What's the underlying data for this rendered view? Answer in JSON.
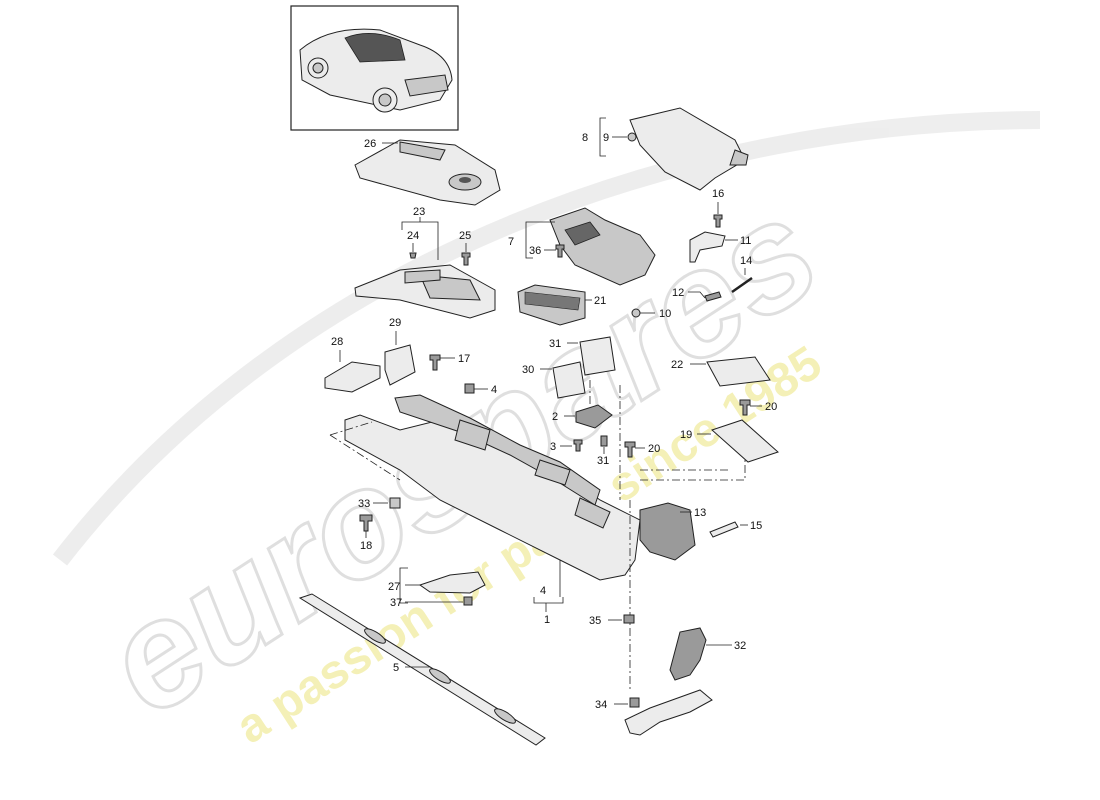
{
  "watermark": {
    "brand": "eurospares",
    "tagline": "a passion for parts since 1985",
    "brand_color": "#e6e6e6",
    "tagline_color": "#f2ee9e"
  },
  "callouts": {
    "p1": "1",
    "p2": "2",
    "p3": "3",
    "p4a": "4",
    "p4b": "4",
    "p5": "5",
    "p7": "7",
    "p8": "8",
    "p9": "9",
    "p10": "10",
    "p11": "11",
    "p12": "12",
    "p13": "13",
    "p14": "14",
    "p15": "15",
    "p16": "16",
    "p17": "17",
    "p18": "18",
    "p19": "19",
    "p20a": "20",
    "p20b": "20",
    "p21": "21",
    "p22": "22",
    "p23": "23",
    "p24": "24",
    "p25": "25",
    "p26": "26",
    "p27": "27",
    "p28": "28",
    "p29": "29",
    "p30": "30",
    "p31a": "31",
    "p31b": "31",
    "p32": "32",
    "p33": "33",
    "p34": "34",
    "p35": "35",
    "p36": "36",
    "p37": "37"
  }
}
